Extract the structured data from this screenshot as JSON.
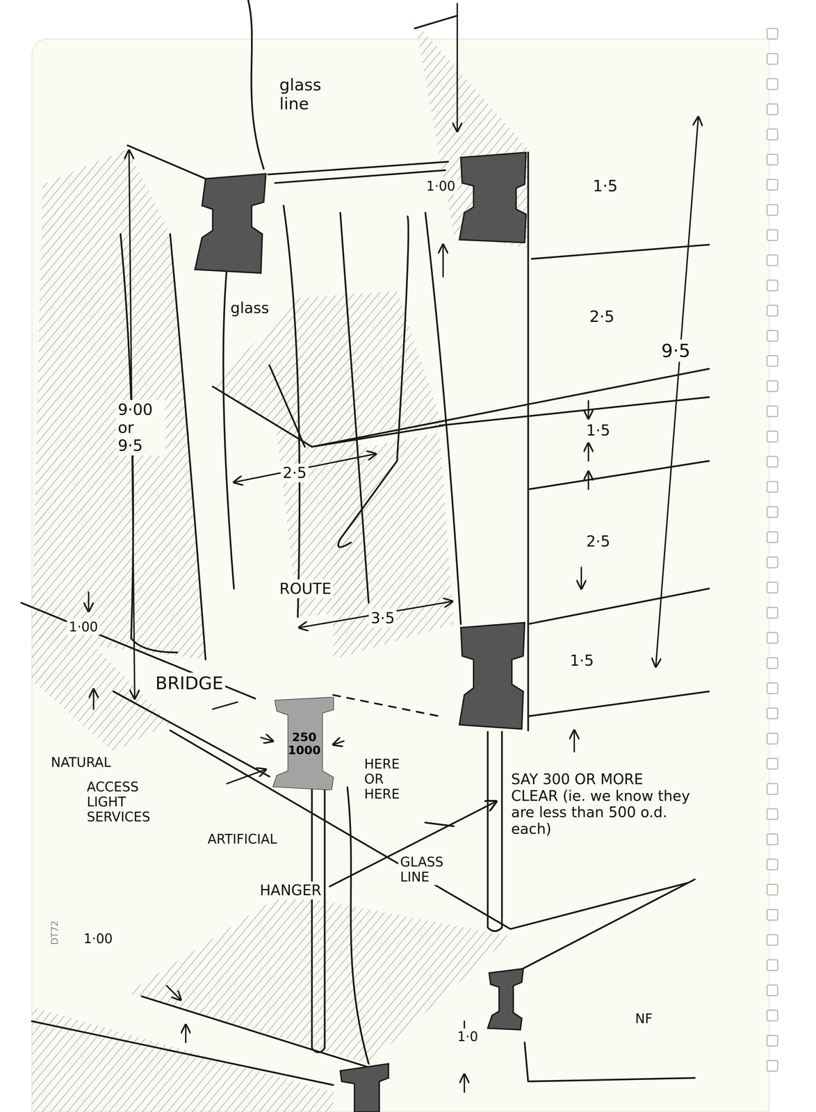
{
  "diagram": {
    "nodes": [
      {
        "text": [
          "250 1000"
        ]
      }
    ],
    "labels": [
      "glass line",
      "1·00",
      "1·5",
      "glass",
      "2·5",
      "9·5",
      "9·00 or 9·5",
      "2·5",
      "1·5",
      "2·5",
      "ROUTE",
      "3·5",
      "1·00",
      "BRIDGE",
      "1·5",
      "NATURAL",
      "ACCESS LIGHT SERVICES",
      "ARTIFICIAL",
      "HERE OR HERE",
      "SAY 300 OR MORE CLEAR (ie. we know they are less than 500 o.d. each)",
      "HANGER",
      "GLASS LINE",
      "1·00",
      "1·0",
      "NF",
      "DT72"
    ]
  }
}
